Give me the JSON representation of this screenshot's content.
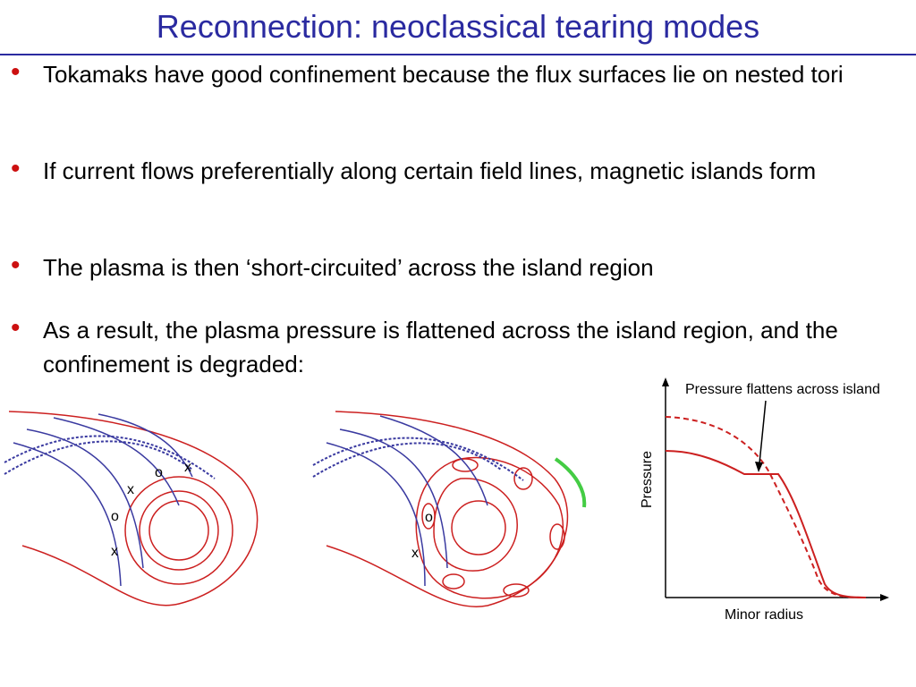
{
  "slide": {
    "title": "Reconnection: neoclassical tearing modes",
    "bullets": [
      " Tokamaks have good confinement because the flux surfaces lie on nested tori",
      " If current flows preferentially along certain field lines, magnetic islands form",
      " The plasma is then ‘short-circuited’ across the island region",
      " As a result, the plasma pressure is flattened across the island region, and the confinement is degraded:"
    ]
  },
  "figures": {
    "left": {
      "o_marks": [
        "o",
        "o"
      ],
      "x_marks": [
        "x",
        "x",
        "x"
      ]
    },
    "middle": {
      "o_marks": [
        "o"
      ],
      "x_marks": [
        "x"
      ]
    }
  },
  "pressure_plot": {
    "annotation": "Pressure flattens across island",
    "ylabel": "Pressure",
    "xlabel": "Minor radius",
    "colors": {
      "curve": "#cc2020",
      "axes": "#000000"
    }
  },
  "colors": {
    "title": "#2a2aa0",
    "bullet": "#cc1010",
    "fieldline": "#3a3aa0",
    "surface": "#cc2020",
    "arrow": "#44cc44"
  }
}
